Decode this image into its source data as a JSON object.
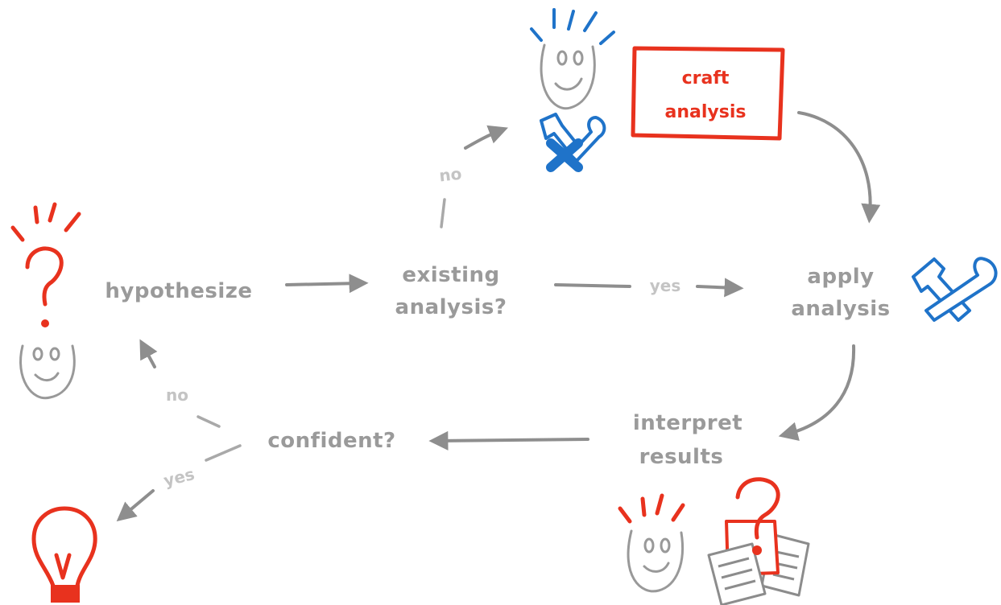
{
  "nodes": {
    "hypothesize": "hypothesize",
    "existing_analysis_line1": "existing",
    "existing_analysis_line2": "analysis?",
    "craft_analysis_line1": "craft",
    "craft_analysis_line2": "analysis",
    "apply_analysis_line1": "apply",
    "apply_analysis_line2": "analysis",
    "interpret_results_line1": "interpret",
    "interpret_results_line2": "results",
    "confident": "confident?"
  },
  "edge_labels": {
    "existing_no": "no",
    "existing_yes": "yes",
    "confident_no": "no",
    "confident_yes": "yes"
  },
  "colors": {
    "text": "#9a9a9a",
    "arrow": "#8e8e8e",
    "accent_red": "#e8321e",
    "accent_blue": "#1f73c9"
  }
}
